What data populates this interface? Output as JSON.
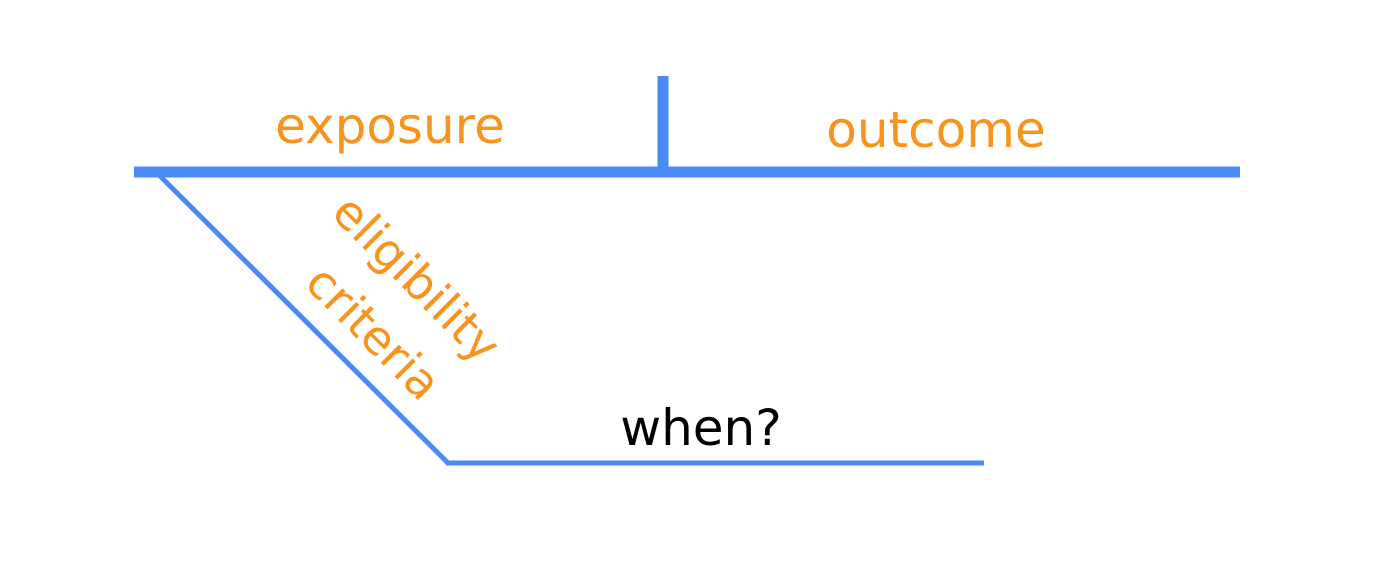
{
  "labels": {
    "exposure": "exposure",
    "outcome": "outcome",
    "eligibility": "eligibility",
    "criteria": "criteria",
    "when": "when?"
  },
  "colors": {
    "line": "#4a8af4",
    "accent_text": "#f7941d",
    "dark_text": "#000000",
    "background": "#ffffff"
  }
}
